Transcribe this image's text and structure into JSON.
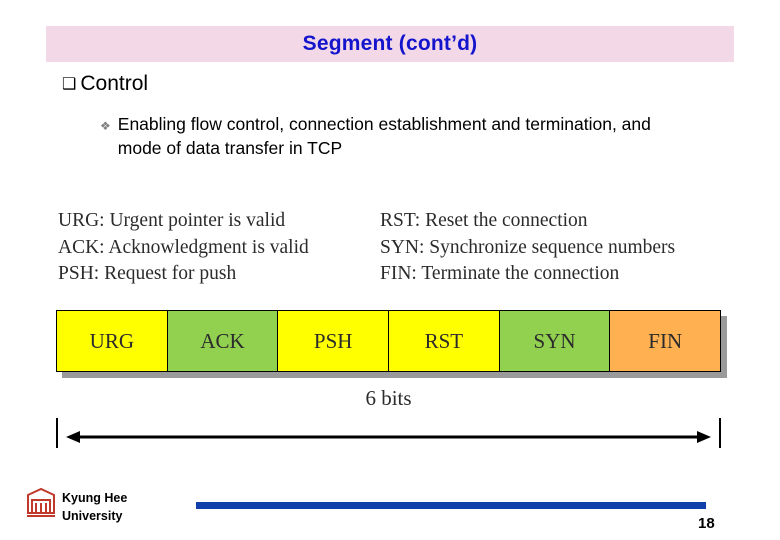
{
  "slide": {
    "title": "Segment (cont’d)",
    "bullet1": {
      "marker": "❑",
      "text": "Control"
    },
    "bullet2": {
      "marker": "❖",
      "text": "Enabling flow control, connection establishment and termination, and mode of data transfer in TCP"
    },
    "legend": [
      {
        "left": "URG: Urgent pointer is valid",
        "right": "RST: Reset the connection"
      },
      {
        "left": "ACK: Acknowledgment is valid",
        "right": "SYN: Synchronize sequence numbers"
      },
      {
        "left": "PSH: Request for push",
        "right": "FIN: Terminate the connection"
      }
    ],
    "flags": [
      {
        "label": "URG",
        "color": "#ffff00"
      },
      {
        "label": "ACK",
        "color": "#92d050"
      },
      {
        "label": "PSH",
        "color": "#ffff00"
      },
      {
        "label": "RST",
        "color": "#ffff00"
      },
      {
        "label": "SYN",
        "color": "#92d050"
      },
      {
        "label": "FIN",
        "color": "#ffb050"
      }
    ],
    "measure_label": "6 bits",
    "footer": {
      "university_line1": "Kyung Hee",
      "university_line2": "University",
      "page_number": "18"
    },
    "colors": {
      "title_bg": "#f3d9e8",
      "title_text": "#1414cc",
      "rule": "#1240ab",
      "shadow": "#9a9a9a"
    }
  }
}
